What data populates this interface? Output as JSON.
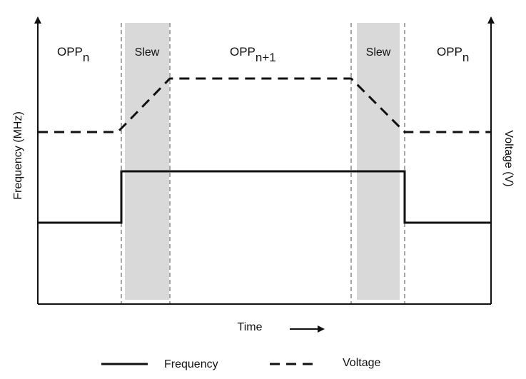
{
  "diagram": {
    "axes": {
      "left_label": "Frequency (MHz)",
      "right_label": "Voltage (V)",
      "time_label": "Time"
    },
    "regions": [
      {
        "base": "OPP",
        "sub": "n"
      },
      {
        "base": "Slew",
        "sub": ""
      },
      {
        "base": "OPP",
        "sub": "n+1"
      },
      {
        "base": "Slew",
        "sub": ""
      },
      {
        "base": "OPP",
        "sub": "n"
      }
    ],
    "legend": {
      "frequency": "Frequency",
      "voltage": "Voltage"
    },
    "colors": {
      "line": "#111111",
      "slew_fill": "#d9d9d9",
      "divider": "#888888"
    }
  }
}
